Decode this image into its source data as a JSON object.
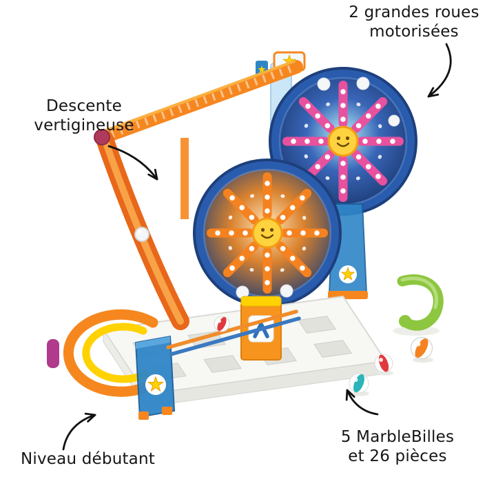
{
  "figure": {
    "alt": "Marble run toy with two large motorized wheels, an orange descent track, a white beginner base plate, a green curve piece and striped marbles, annotated with French callouts"
  },
  "annotations": {
    "wheels": {
      "line1": "2 grandes roues",
      "line2": "motorisées"
    },
    "descent": {
      "line1": "Descente",
      "line2": "vertigineuse"
    },
    "level": {
      "line1": "Niveau débutant"
    },
    "marbles": {
      "line1": "5 MarbleBilles",
      "line2": "et 26 pièces"
    }
  },
  "palette": {
    "track_orange": "#f6871f",
    "slide_orange": "#e8671a",
    "rail_yellow": "#ffd200",
    "wheel_rim_blue": "#2a5cad",
    "wheel_navy": "#14305e",
    "spoke_pink": "#e8519e",
    "spoke_orange": "#f58220",
    "hub_yellow": "#ffd23f",
    "tower_blue": "#2f86c7",
    "base_white": "#f7f7f4",
    "green_piece": "#8dc63f",
    "ball_red": "#e03a3e",
    "ball_teal": "#2bb5b8",
    "arrow_black": "#111111"
  }
}
